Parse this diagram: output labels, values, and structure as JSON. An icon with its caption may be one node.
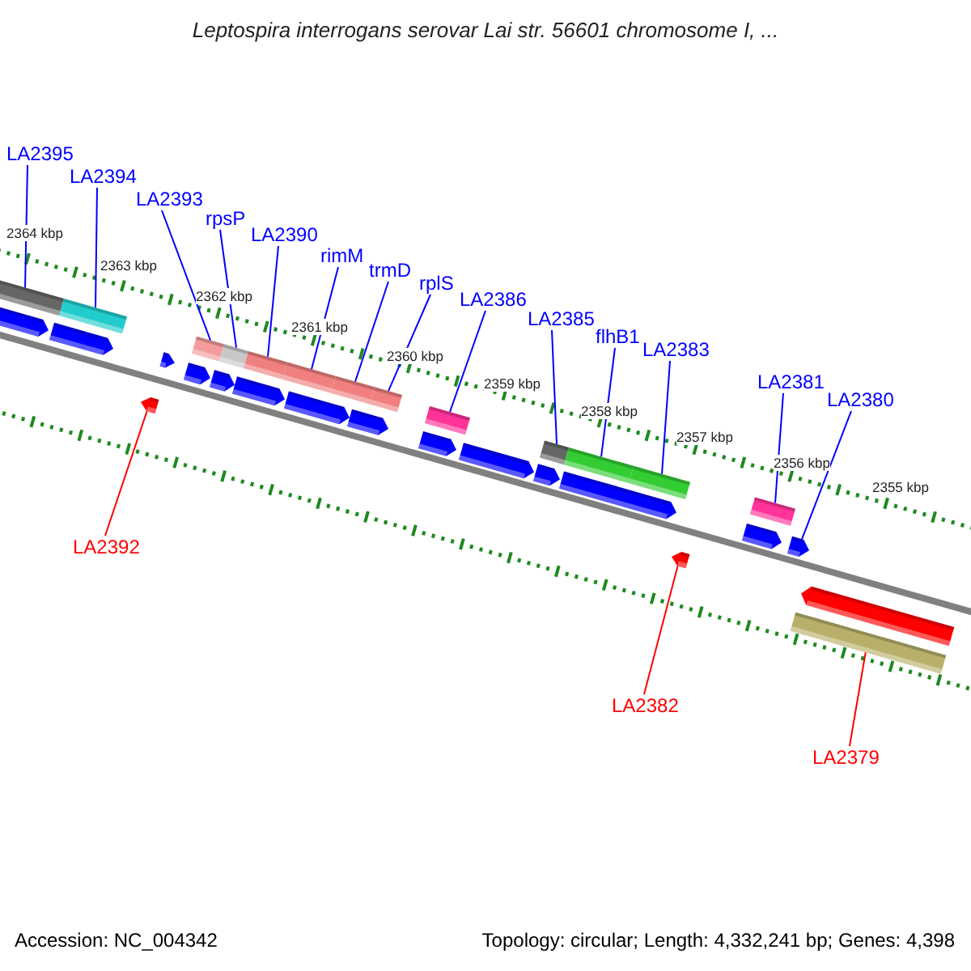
{
  "diagram": {
    "title": "Leptospira interrogans serovar Lai str. 56601 chromosome I, ...",
    "nodes": [
      {
        "text": [
          "LA2395"
        ]
      },
      {
        "text": [
          "LA2394"
        ]
      },
      {
        "text": [
          "LA2393"
        ]
      },
      {
        "text": [
          "rpsP"
        ]
      },
      {
        "text": [
          "LA2390"
        ]
      },
      {
        "text": [
          "rimM"
        ]
      },
      {
        "text": [
          "trmD"
        ]
      },
      {
        "text": [
          "rplS"
        ]
      },
      {
        "text": [
          "LA2386"
        ]
      },
      {
        "text": [
          "LA2385"
        ]
      },
      {
        "text": [
          "flhB1"
        ]
      },
      {
        "text": [
          "LA2383"
        ]
      },
      {
        "text": [
          "LA2381"
        ]
      },
      {
        "text": [
          "LA2380"
        ]
      },
      {
        "text": [
          "LA2392"
        ]
      },
      {
        "text": [
          "LA2382"
        ]
      },
      {
        "text": [
          "LA2379"
        ]
      },
      {
        "text": [],
        "shape": "bar"
      },
      {
        "text": [],
        "shape": "arrow"
      },
      {
        "text": [],
        "shape": "arrow"
      },
      {
        "text": [],
        "shape": "bar"
      },
      {
        "text": [],
        "shape": "arrow"
      },
      {
        "text": [],
        "shape": "arrow"
      },
      {
        "text": [],
        "shape": "arrow"
      },
      {
        "text": [],
        "shape": "bar"
      },
      {
        "text": [],
        "shape": "arrow"
      },
      {
        "text": [],
        "shape": "bar"
      },
      {
        "text": [],
        "shape": "arrow"
      },
      {
        "text": [],
        "shape": "bar"
      },
      {
        "text": [],
        "shape": "bar"
      },
      {
        "text": [],
        "shape": "arrow"
      },
      {
        "text": [],
        "shape": "bar"
      },
      {
        "text": [],
        "shape": "arrow"
      },
      {
        "text": [],
        "shape": "bar"
      },
      {
        "text": [],
        "shape": "arrow"
      },
      {
        "text": [],
        "shape": "bar"
      },
      {
        "text": [],
        "shape": "arrow"
      },
      {
        "text": [],
        "shape": "arrow"
      },
      {
        "text": [],
        "shape": "bar"
      },
      {
        "text": [],
        "shape": "arrow"
      },
      {
        "text": [],
        "shape": "bar"
      },
      {
        "text": [],
        "shape": "bar"
      },
      {
        "text": [],
        "shape": "arrow"
      },
      {
        "text": [],
        "shape": "arrow"
      },
      {
        "text": [],
        "shape": "bar"
      },
      {
        "text": [],
        "shape": "arrow"
      },
      {
        "text": [],
        "shape": "bar"
      },
      {
        "text": [],
        "shape": "arrow"
      }
    ],
    "edges": [
      {
        "from": 0,
        "to": 17,
        "arrow": "none"
      },
      {
        "from": 1,
        "to": 20,
        "arrow": "none"
      },
      {
        "from": 2,
        "to": 24,
        "arrow": "none"
      },
      {
        "from": 3,
        "to": 26,
        "arrow": "none"
      },
      {
        "from": 4,
        "to": 28,
        "arrow": "none"
      },
      {
        "from": 5,
        "to": 29,
        "arrow": "none"
      },
      {
        "from": 6,
        "to": 31,
        "arrow": "none"
      },
      {
        "from": 7,
        "to": 33,
        "arrow": "none"
      },
      {
        "from": 8,
        "to": 35,
        "arrow": "none"
      },
      {
        "from": 9,
        "to": 38,
        "arrow": "none"
      },
      {
        "from": 10,
        "to": 40,
        "arrow": "none"
      },
      {
        "from": 11,
        "to": 41,
        "arrow": "none"
      },
      {
        "from": 12,
        "to": 44,
        "arrow": "none"
      },
      {
        "from": 13,
        "to": 45,
        "arrow": "none"
      },
      {
        "from": 14,
        "to": 21,
        "arrow": "none",
        "color": "#ff0000"
      },
      {
        "from": 15,
        "to": 42,
        "arrow": "none",
        "color": "#ff0000"
      },
      {
        "from": 16,
        "to": 46,
        "arrow": "none",
        "color": "#ff0000"
      }
    ],
    "labels": [
      "2364 kbp",
      "2363 kbp",
      "2362 kbp",
      "2361 kbp",
      "2360 kbp",
      "2359 kbp",
      "2358 kbp",
      "2357 kbp",
      "2356 kbp",
      "2355 kbp",
      "Accession: NC_004342",
      "Topology: circular; Length: 4,332,241 bp; Genes: 4,398"
    ]
  }
}
